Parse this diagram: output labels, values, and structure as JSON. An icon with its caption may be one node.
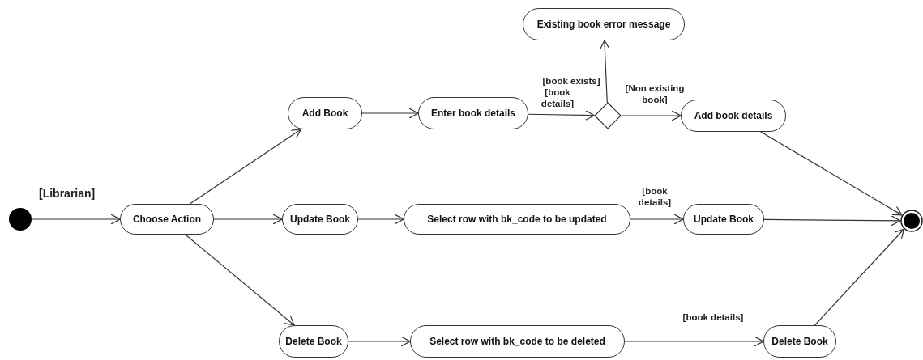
{
  "diagram": {
    "nodes": [
      {
        "text": [],
        "shape": "circle"
      },
      {
        "text": [
          "Choose Action"
        ]
      },
      {
        "text": [
          "Add Book"
        ]
      },
      {
        "text": [
          "Update Book"
        ]
      },
      {
        "text": [
          "Delete Book"
        ]
      },
      {
        "text": [
          "Enter book details"
        ]
      },
      {
        "text": [
          "Select row with bk_code to be updated"
        ]
      },
      {
        "text": [
          "Select row with bk_code to be deleted"
        ]
      },
      {
        "text": [
          "Existing book error message"
        ]
      },
      {
        "text": [],
        "shape": "diamond"
      },
      {
        "text": [
          "Add book details"
        ]
      },
      {
        "text": [
          "Update Book"
        ]
      },
      {
        "text": [
          "Delete Book"
        ]
      },
      {
        "text": [],
        "shape": "circle"
      }
    ],
    "edges": [
      {
        "from": 0,
        "to": 1,
        "arrow": "to",
        "label": "[Librarian]"
      },
      {
        "from": 1,
        "to": 2,
        "arrow": "to"
      },
      {
        "from": 1,
        "to": 3,
        "arrow": "to"
      },
      {
        "from": 1,
        "to": 4,
        "arrow": "to"
      },
      {
        "from": 2,
        "to": 5,
        "arrow": "to"
      },
      {
        "from": 3,
        "to": 6,
        "arrow": "to"
      },
      {
        "from": 4,
        "to": 7,
        "arrow": "to"
      },
      {
        "from": 5,
        "to": 9,
        "arrow": "to",
        "label": "[book details]"
      },
      {
        "from": 9,
        "to": 8,
        "arrow": "to",
        "label": "[book exists]"
      },
      {
        "from": 9,
        "to": 10,
        "arrow": "to",
        "label": "[Non existing book]"
      },
      {
        "from": 6,
        "to": 11,
        "arrow": "to",
        "label": "[book details]"
      },
      {
        "from": 7,
        "to": 12,
        "arrow": "to",
        "label": "[book details]"
      },
      {
        "from": 10,
        "to": 13,
        "arrow": "to"
      },
      {
        "from": 11,
        "to": 13,
        "arrow": "to"
      },
      {
        "from": 12,
        "to": 13,
        "arrow": "to"
      }
    ]
  }
}
